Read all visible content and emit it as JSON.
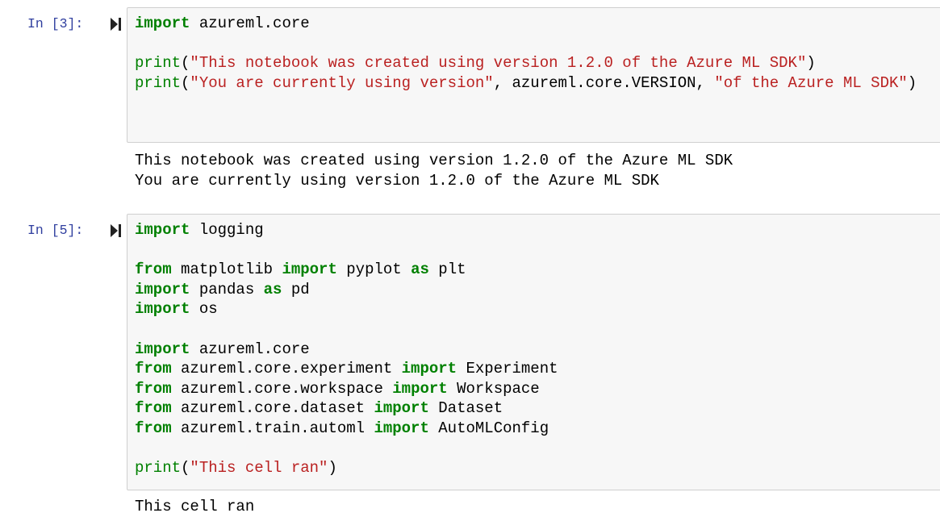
{
  "colors": {
    "prompt": "#303F9F",
    "keyword": "#008000",
    "string": "#BA2121",
    "cell_background": "#f7f7f7",
    "cell_border": "#cfcfcf"
  },
  "cells": [
    {
      "prompt": "In [3]:",
      "run_icon": "run-cell-icon",
      "code_lines": [
        [
          {
            "t": "kw",
            "v": "import"
          },
          {
            "t": "txt",
            "v": " azureml.core"
          }
        ],
        [],
        [
          {
            "t": "fn",
            "v": "print"
          },
          {
            "t": "txt",
            "v": "("
          },
          {
            "t": "str",
            "v": "\"This notebook was created using version 1.2.0 of the Azure ML SDK\""
          },
          {
            "t": "txt",
            "v": ")"
          }
        ],
        [
          {
            "t": "fn",
            "v": "print"
          },
          {
            "t": "txt",
            "v": "("
          },
          {
            "t": "str",
            "v": "\"You are currently using version\""
          },
          {
            "t": "txt",
            "v": ", azureml.core.VERSION, "
          },
          {
            "t": "str",
            "v": "\"of the Azure ML SDK\""
          },
          {
            "t": "txt",
            "v": ")"
          }
        ],
        [],
        []
      ],
      "output_lines": [
        "This notebook was created using version 1.2.0 of the Azure ML SDK",
        "You are currently using version 1.2.0 of the Azure ML SDK"
      ]
    },
    {
      "prompt": "In [5]:",
      "run_icon": "run-cell-icon",
      "code_lines": [
        [
          {
            "t": "kw",
            "v": "import"
          },
          {
            "t": "txt",
            "v": " logging"
          }
        ],
        [],
        [
          {
            "t": "kw",
            "v": "from"
          },
          {
            "t": "txt",
            "v": " matplotlib "
          },
          {
            "t": "kw",
            "v": "import"
          },
          {
            "t": "txt",
            "v": " pyplot "
          },
          {
            "t": "kw",
            "v": "as"
          },
          {
            "t": "txt",
            "v": " plt"
          }
        ],
        [
          {
            "t": "kw",
            "v": "import"
          },
          {
            "t": "txt",
            "v": " pandas "
          },
          {
            "t": "kw",
            "v": "as"
          },
          {
            "t": "txt",
            "v": " pd"
          }
        ],
        [
          {
            "t": "kw",
            "v": "import"
          },
          {
            "t": "txt",
            "v": " os"
          }
        ],
        [],
        [
          {
            "t": "kw",
            "v": "import"
          },
          {
            "t": "txt",
            "v": " azureml.core"
          }
        ],
        [
          {
            "t": "kw",
            "v": "from"
          },
          {
            "t": "txt",
            "v": " azureml.core.experiment "
          },
          {
            "t": "kw",
            "v": "import"
          },
          {
            "t": "txt",
            "v": " Experiment"
          }
        ],
        [
          {
            "t": "kw",
            "v": "from"
          },
          {
            "t": "txt",
            "v": " azureml.core.workspace "
          },
          {
            "t": "kw",
            "v": "import"
          },
          {
            "t": "txt",
            "v": " Workspace"
          }
        ],
        [
          {
            "t": "kw",
            "v": "from"
          },
          {
            "t": "txt",
            "v": " azureml.core.dataset "
          },
          {
            "t": "kw",
            "v": "import"
          },
          {
            "t": "txt",
            "v": " Dataset"
          }
        ],
        [
          {
            "t": "kw",
            "v": "from"
          },
          {
            "t": "txt",
            "v": " azureml.train.automl "
          },
          {
            "t": "kw",
            "v": "import"
          },
          {
            "t": "txt",
            "v": " AutoMLConfig"
          }
        ],
        [],
        [
          {
            "t": "fn",
            "v": "print"
          },
          {
            "t": "txt",
            "v": "("
          },
          {
            "t": "str",
            "v": "\"This cell ran\""
          },
          {
            "t": "txt",
            "v": ")"
          }
        ]
      ],
      "output_lines": [
        "This cell ran"
      ]
    }
  ]
}
